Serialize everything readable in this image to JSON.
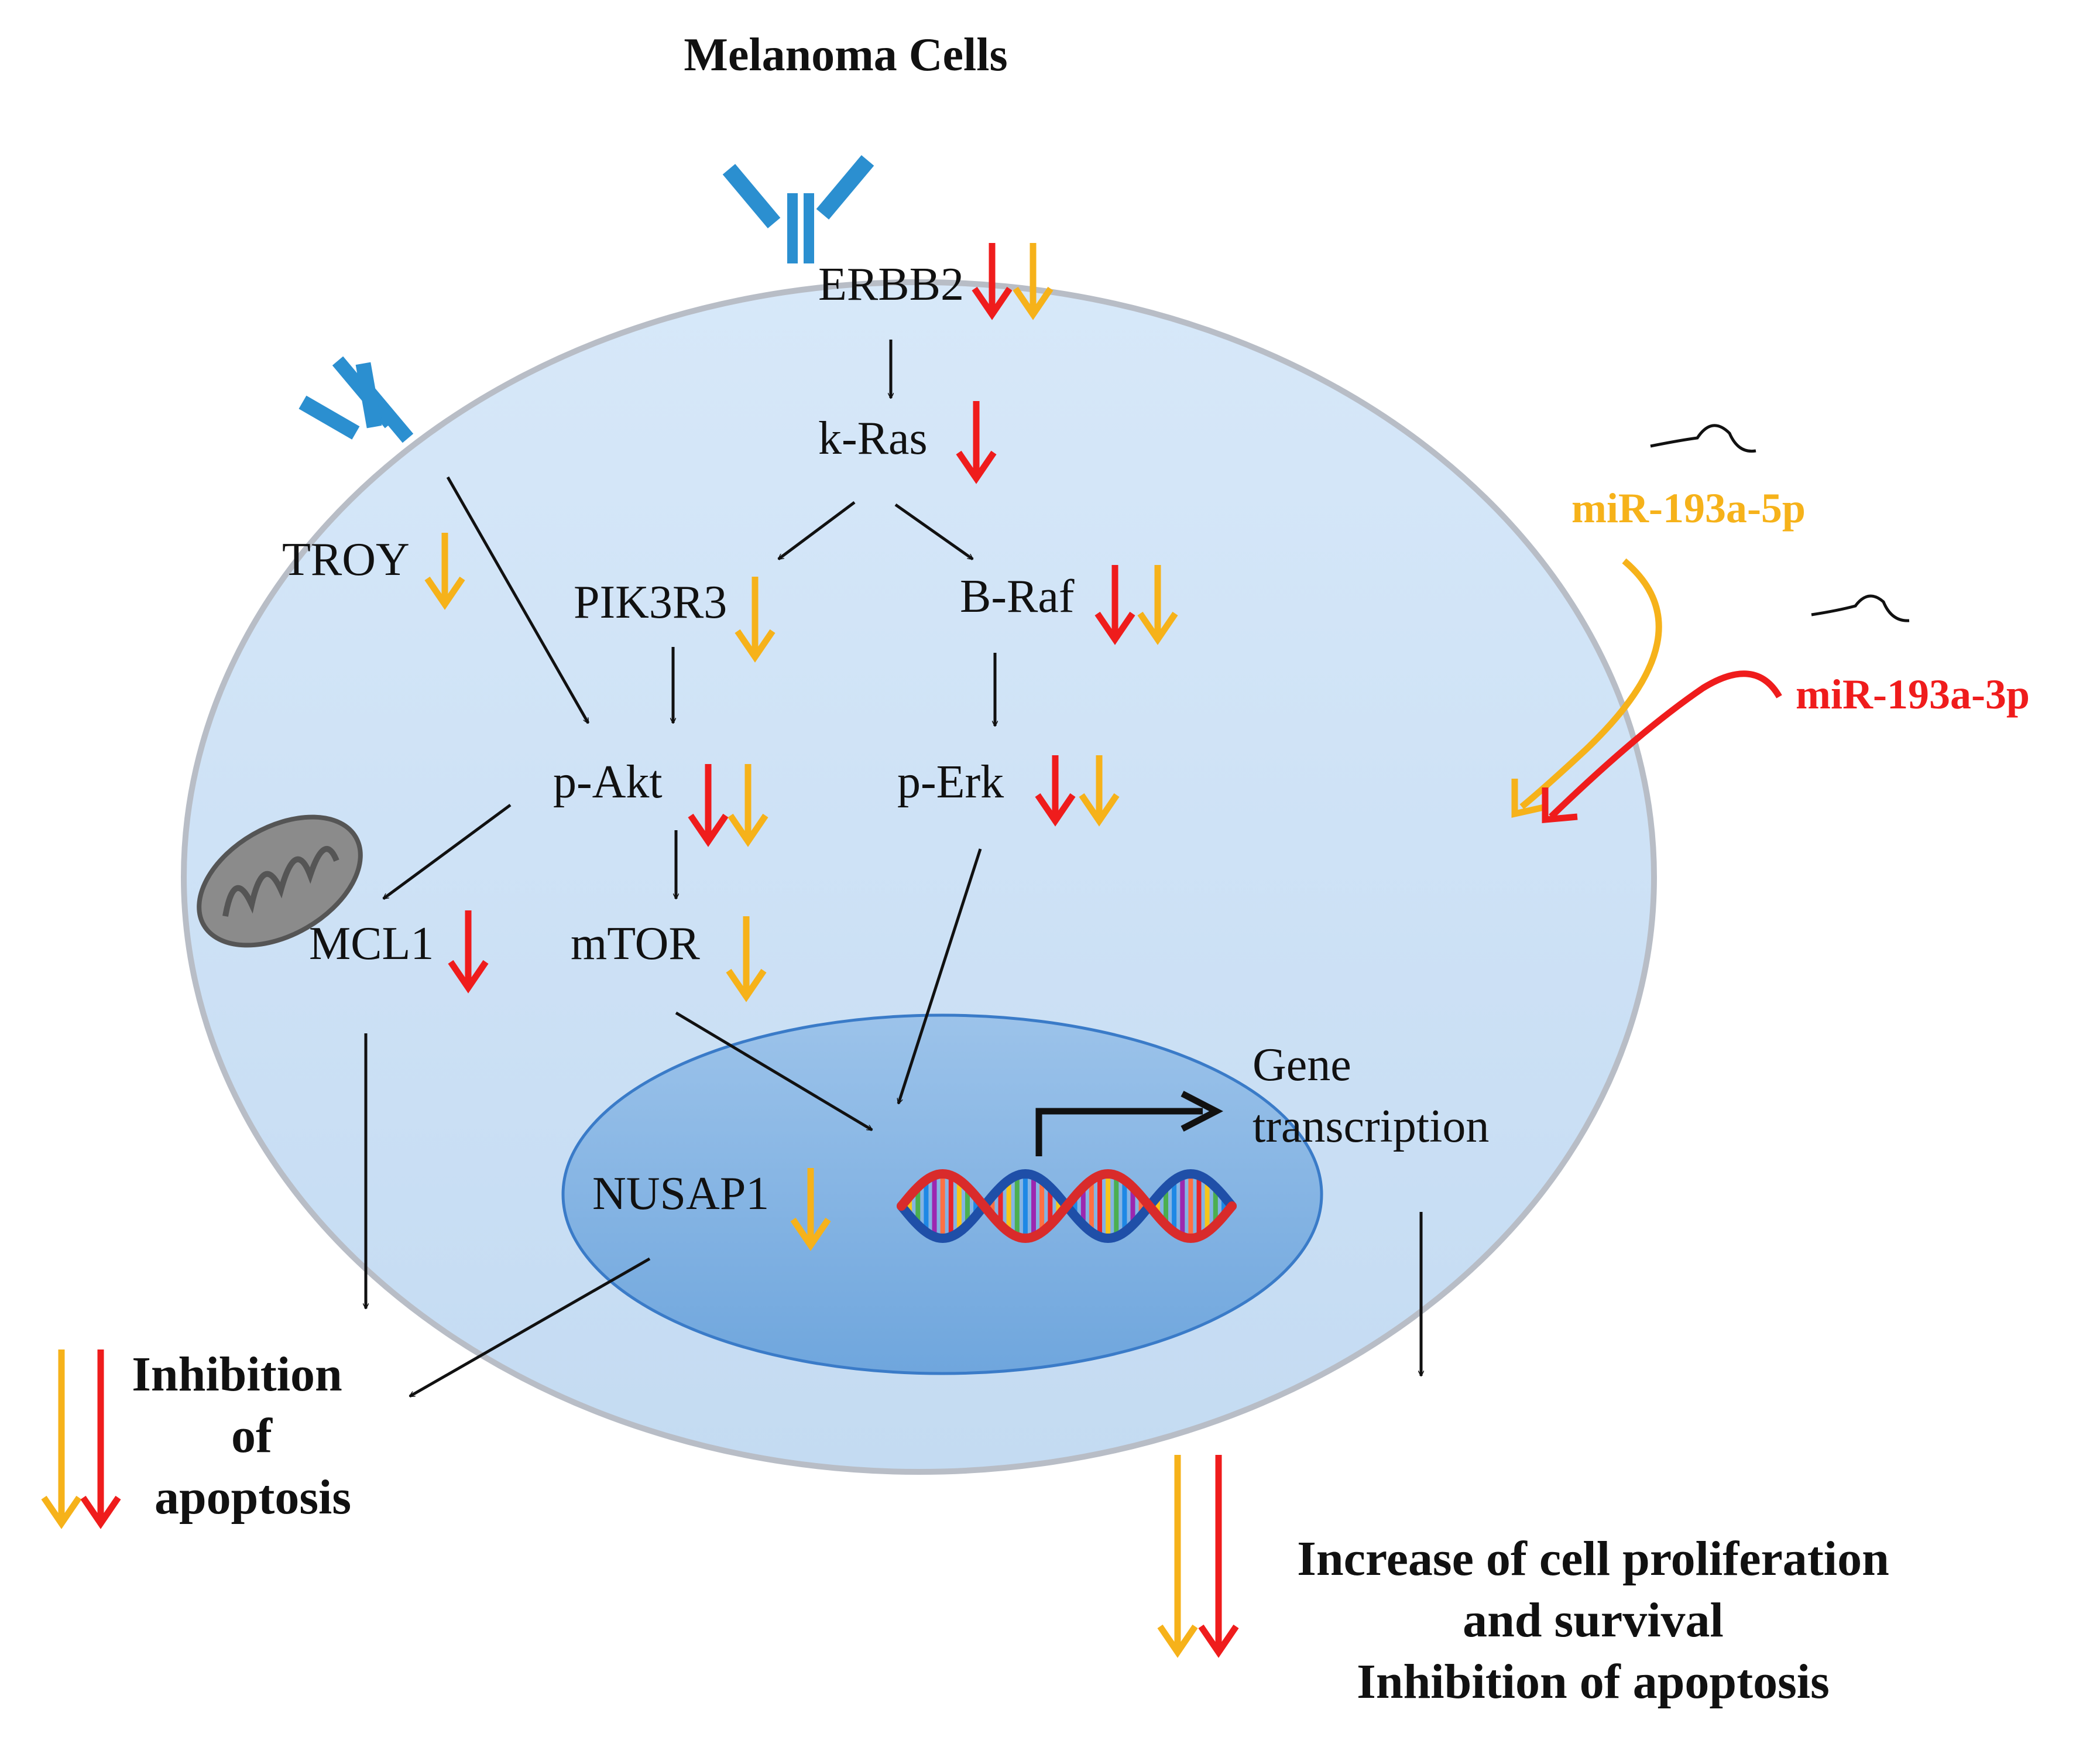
{
  "colors": {
    "red": "#ef1c1c",
    "orange": "#f6b21a",
    "cell": "#cfe3f7",
    "cell_border": "#b8bdc6",
    "nucleus": "#8db9e3",
    "nucleus_border": "#3a7bc8",
    "receptor": "#2b8fd0",
    "mitochondrion": "#7c7c7c"
  },
  "diagram": {
    "title": "Melanoma Cells",
    "nodes": {
      "erbb2": "ERBB2",
      "kras": "k-Ras",
      "troy": "TROY",
      "pik3r3": "PIK3R3",
      "braf": "B-Raf",
      "pakt": "p-Akt",
      "perk": "p-Erk",
      "mcl1": "MCL1",
      "mtor": "mTOR",
      "nusap1": "NUSAP1",
      "gene_line1": "Gene",
      "gene_line2": "transcription"
    },
    "mirnas": {
      "mir5p": "miR-193a-5p",
      "mir3p": "miR-193a-3p"
    },
    "outcomes": {
      "apoptosis_line1": "Inhibition",
      "apoptosis_line2": "of",
      "apoptosis_line3": "apoptosis",
      "prolif_line1": "Increase of cell proliferation",
      "prolif_line2": "and survival",
      "prolif_line3": "Inhibition of apoptosis"
    },
    "icons": [
      "receptor-icon",
      "mitochondrion-icon",
      "dna-icon",
      "transcription-arrow-icon"
    ]
  }
}
